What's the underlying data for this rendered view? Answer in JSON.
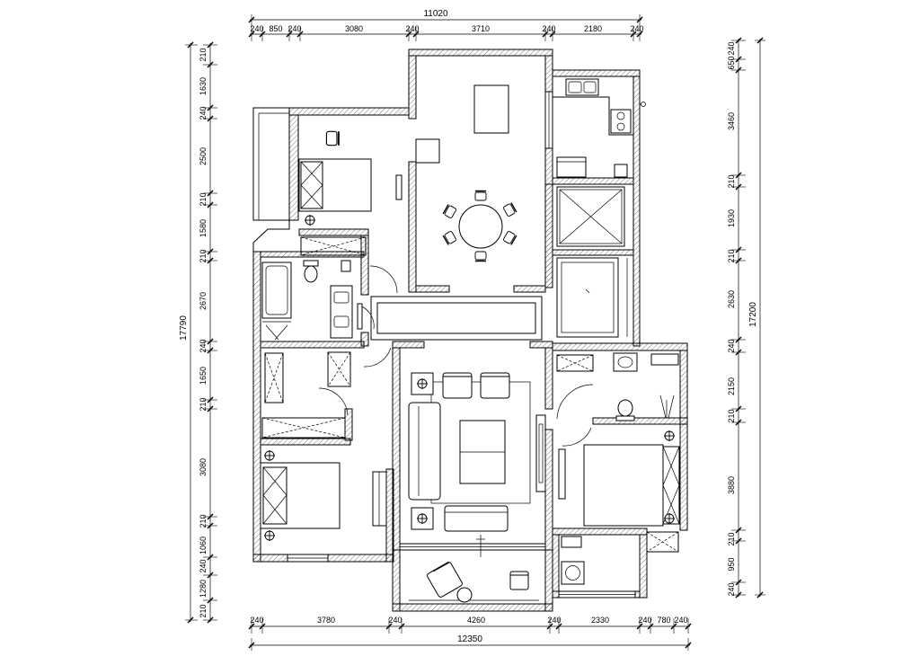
{
  "drawing": {
    "ink": "#000000",
    "hatch": "#555555"
  },
  "dimensions": {
    "top_total": "11020",
    "top": [
      "240",
      "850",
      "240",
      "3080",
      "240",
      "3710",
      "240",
      "2180",
      "240"
    ],
    "bottom_total": "12350",
    "bottom": [
      "240",
      "3780",
      "240",
      "4260",
      "240",
      "2330",
      "240",
      "780",
      "240"
    ],
    "left_total": "17790",
    "left": [
      "210",
      "1630",
      "240",
      "2500",
      "210",
      "1580",
      "210",
      "2670",
      "240",
      "1650",
      "210",
      "3080",
      "210",
      "1060",
      "240",
      "1280",
      "210"
    ],
    "right_total": "17200",
    "right": [
      "240",
      "650",
      "3460",
      "210",
      "1930",
      "210",
      "2630",
      "240",
      "2150",
      "210",
      "3880",
      "210",
      "950",
      "240"
    ]
  }
}
